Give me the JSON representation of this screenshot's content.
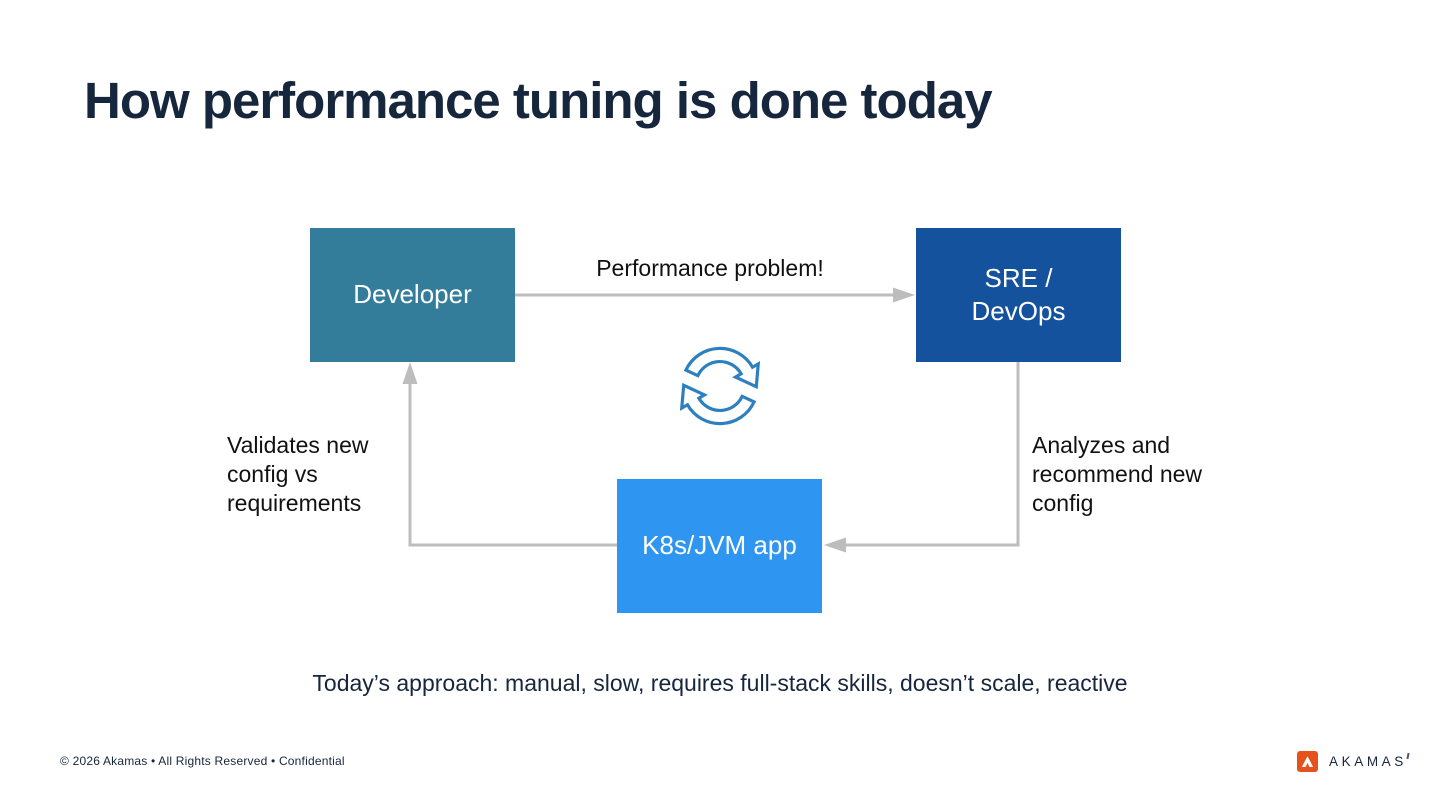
{
  "title": "How performance tuning is done today",
  "nodes": {
    "developer": {
      "label": "Developer",
      "color": "#337d9b"
    },
    "sre": {
      "label": "SRE /\nDevOps",
      "color": "#15529e"
    },
    "k8s": {
      "label": "K8s/JVM app",
      "color": "#2e96f0"
    }
  },
  "edges": {
    "performance_problem": "Performance problem!",
    "validates": "Validates new\nconfig vs\nrequirements",
    "analyzes": "Analyzes and\nrecommend new\nconfig",
    "arrow_color": "#bdbdbd"
  },
  "icons": {
    "sync_cycle": "sync-cycle-icon",
    "sync_color": "#2d80c0"
  },
  "summary": "Today’s approach: manual, slow, requires full-stack skills, doesn’t scale, reactive",
  "footer": {
    "text": "© 2026 Akamas • All Rights Reserved  • Confidential",
    "logo_text": "AKAMAS",
    "logo_orange": "#e4531e",
    "text_color": "#16263c"
  }
}
